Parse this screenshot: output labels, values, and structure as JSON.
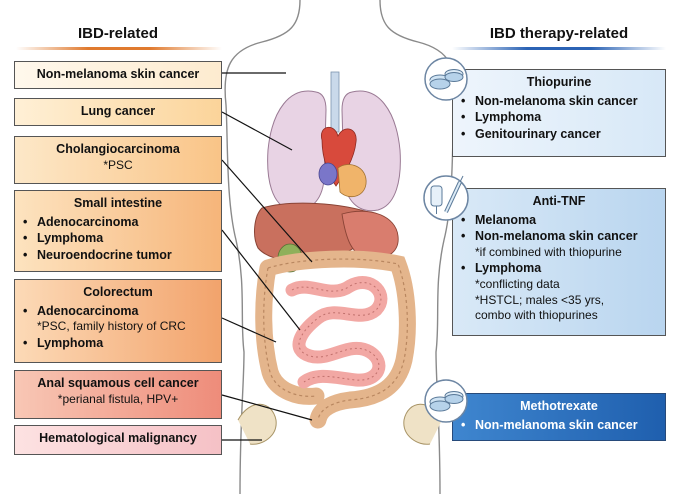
{
  "left_column": {
    "heading": "IBD-related",
    "skin": {
      "title": "Non-melanoma skin cancer"
    },
    "lung": {
      "title": "Lung cancer"
    },
    "cholangio": {
      "title": "Cholangiocarcinoma",
      "note": "*PSC"
    },
    "small_intestine": {
      "title": "Small intestine",
      "items": [
        "Adenocarcinoma",
        "Lymphoma",
        "Neuroendocrine tumor"
      ]
    },
    "colorectum": {
      "title": "Colorectum",
      "items": [
        "Adenocarcinoma",
        "Lymphoma"
      ],
      "note": "*PSC, family history of CRC"
    },
    "anal": {
      "title": "Anal squamous cell cancer",
      "note": "*perianal fistula, HPV+"
    },
    "hematological": {
      "title": "Hematological malignancy"
    }
  },
  "right_column": {
    "heading": "IBD therapy-related",
    "thiopurine": {
      "title": "Thiopurine",
      "items": [
        "Non-melanoma skin cancer",
        "Lymphoma",
        "Genitourinary cancer"
      ]
    },
    "anti_tnf": {
      "title": "Anti-TNF",
      "items": [
        "Melanoma",
        "Non-melanoma skin cancer",
        "Lymphoma"
      ],
      "notes": [
        "*if combined with thiopurine",
        "*conflicting data",
        "*HSTCL; males <35 yrs,",
        "combo with thiopurines"
      ]
    },
    "methotrexate": {
      "title": "Methotrexate",
      "items": [
        "Non-melanoma skin cancer"
      ]
    }
  },
  "colors": {
    "ibd_accent": "#e07a2e",
    "therapy_accent": "#2b63b5",
    "methotrexate_fill": "#2f73c0"
  },
  "icons": [
    "pill-icon",
    "syringe-icon",
    "iv-bag-icon",
    "tablet-icon"
  ]
}
